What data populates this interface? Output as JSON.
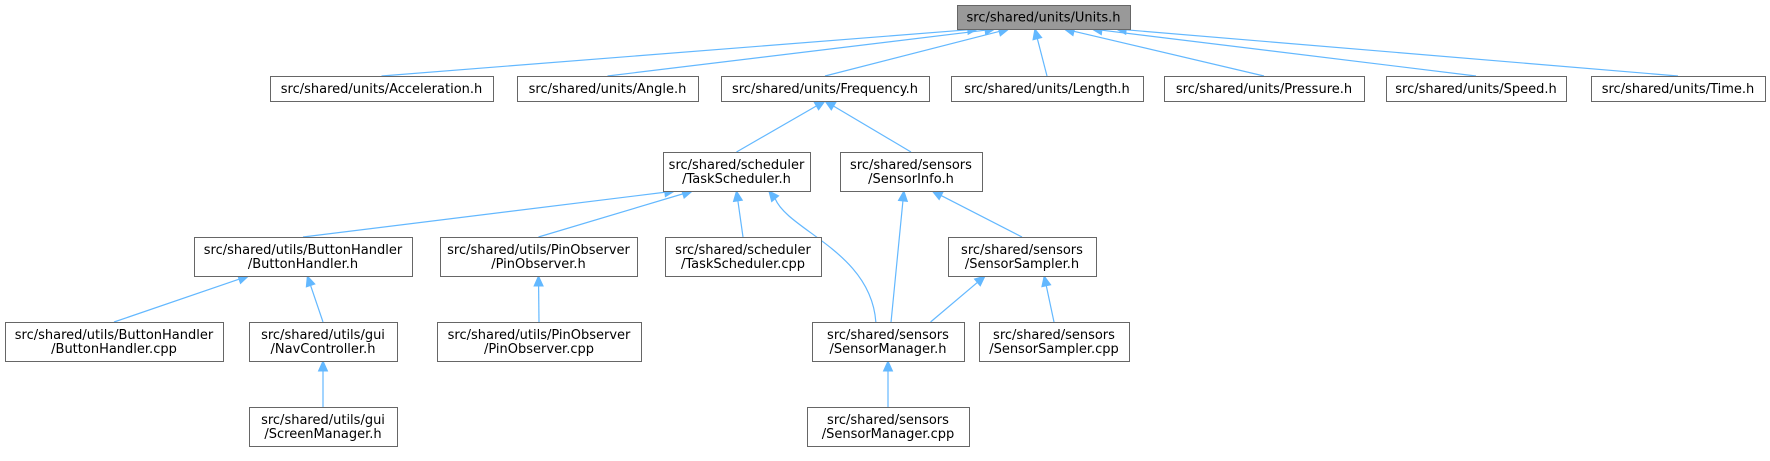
{
  "graph": {
    "colors": {
      "edge": "#63b8ff",
      "root_fill": "#999999",
      "node_border": "#666666",
      "node_fill": "#ffffff"
    },
    "nodes": [
      {
        "id": "units",
        "lines": [
          "src/shared/units/Units.h"
        ],
        "root": true
      },
      {
        "id": "acceleration",
        "lines": [
          "src/shared/units/Acceleration.h"
        ]
      },
      {
        "id": "angle",
        "lines": [
          "src/shared/units/Angle.h"
        ]
      },
      {
        "id": "frequency",
        "lines": [
          "src/shared/units/Frequency.h"
        ]
      },
      {
        "id": "length",
        "lines": [
          "src/shared/units/Length.h"
        ]
      },
      {
        "id": "pressure",
        "lines": [
          "src/shared/units/Pressure.h"
        ]
      },
      {
        "id": "speed",
        "lines": [
          "src/shared/units/Speed.h"
        ]
      },
      {
        "id": "time",
        "lines": [
          "src/shared/units/Time.h"
        ]
      },
      {
        "id": "taskscheduler_h",
        "lines": [
          "src/shared/scheduler",
          "/TaskScheduler.h"
        ]
      },
      {
        "id": "sensorinfo",
        "lines": [
          "src/shared/sensors",
          "/SensorInfo.h"
        ]
      },
      {
        "id": "buttonhandler_h",
        "lines": [
          "src/shared/utils/ButtonHandler",
          "/ButtonHandler.h"
        ]
      },
      {
        "id": "pinobserver_h",
        "lines": [
          "src/shared/utils/PinObserver",
          "/PinObserver.h"
        ]
      },
      {
        "id": "taskscheduler_cpp",
        "lines": [
          "src/shared/scheduler",
          "/TaskScheduler.cpp"
        ]
      },
      {
        "id": "sensorsampler_h",
        "lines": [
          "src/shared/sensors",
          "/SensorSampler.h"
        ]
      },
      {
        "id": "buttonhandler_cpp",
        "lines": [
          "src/shared/utils/ButtonHandler",
          "/ButtonHandler.cpp"
        ]
      },
      {
        "id": "navcontroller",
        "lines": [
          "src/shared/utils/gui",
          "/NavController.h"
        ]
      },
      {
        "id": "pinobserver_cpp",
        "lines": [
          "src/shared/utils/PinObserver",
          "/PinObserver.cpp"
        ]
      },
      {
        "id": "sensormanager_h",
        "lines": [
          "src/shared/sensors",
          "/SensorManager.h"
        ]
      },
      {
        "id": "sensorsampler_cpp",
        "lines": [
          "src/shared/sensors",
          "/SensorSampler.cpp"
        ]
      },
      {
        "id": "screenmanager",
        "lines": [
          "src/shared/utils/gui",
          "/ScreenManager.h"
        ]
      },
      {
        "id": "sensormanager_cpp",
        "lines": [
          "src/shared/sensors",
          "/SensorManager.cpp"
        ]
      }
    ],
    "edges": [
      {
        "from": "acceleration",
        "to": "units"
      },
      {
        "from": "angle",
        "to": "units"
      },
      {
        "from": "frequency",
        "to": "units"
      },
      {
        "from": "length",
        "to": "units"
      },
      {
        "from": "pressure",
        "to": "units"
      },
      {
        "from": "speed",
        "to": "units"
      },
      {
        "from": "time",
        "to": "units"
      },
      {
        "from": "taskscheduler_h",
        "to": "frequency"
      },
      {
        "from": "sensorinfo",
        "to": "frequency"
      },
      {
        "from": "buttonhandler_h",
        "to": "taskscheduler_h"
      },
      {
        "from": "pinobserver_h",
        "to": "taskscheduler_h"
      },
      {
        "from": "taskscheduler_cpp",
        "to": "taskscheduler_h"
      },
      {
        "from": "sensormanager_h",
        "to": "taskscheduler_h"
      },
      {
        "from": "sensormanager_h",
        "to": "sensorinfo"
      },
      {
        "from": "sensorsampler_h",
        "to": "sensorinfo"
      },
      {
        "from": "buttonhandler_cpp",
        "to": "buttonhandler_h"
      },
      {
        "from": "navcontroller",
        "to": "buttonhandler_h"
      },
      {
        "from": "pinobserver_cpp",
        "to": "pinobserver_h"
      },
      {
        "from": "sensormanager_h",
        "to": "sensorsampler_h"
      },
      {
        "from": "sensorsampler_cpp",
        "to": "sensorsampler_h"
      },
      {
        "from": "screenmanager",
        "to": "navcontroller"
      },
      {
        "from": "sensormanager_cpp",
        "to": "sensormanager_h"
      }
    ]
  }
}
